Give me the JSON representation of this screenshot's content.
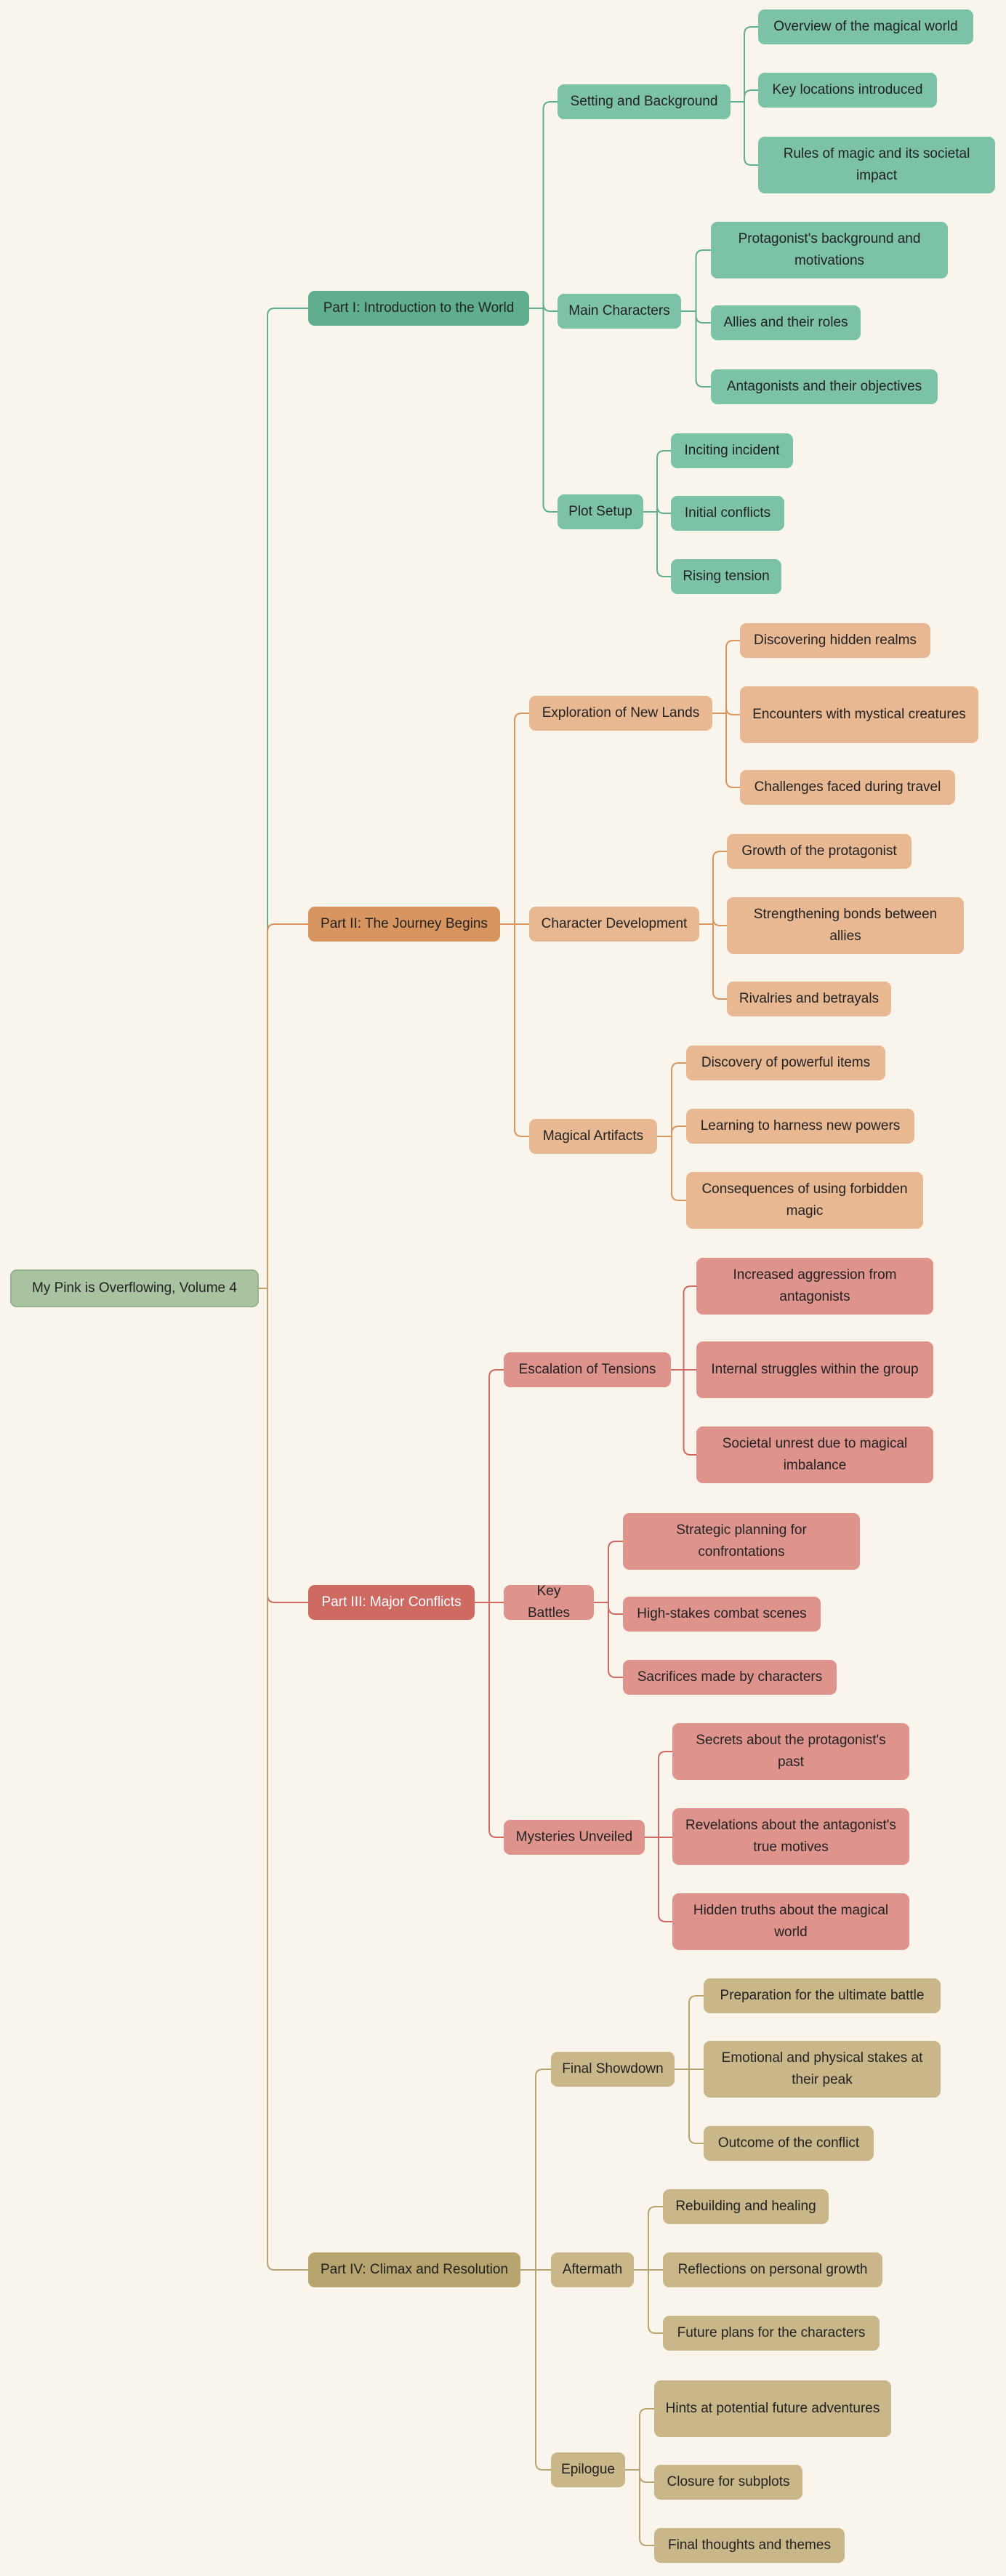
{
  "root": {
    "label": "My Pink is Overflowing, Volume 4",
    "color": "#a9c2a0"
  },
  "parts": [
    {
      "label": "Part I: Introduction to the World",
      "color": "#5fae8e",
      "line": "#5fae8e",
      "subcolor": "#7cc2a6",
      "sections": [
        {
          "label": "Setting and Background",
          "items": [
            "Overview of the magical world",
            "Key locations introduced",
            "Rules of magic and its societal impact"
          ]
        },
        {
          "label": "Main Characters",
          "items": [
            "Protagonist's background and motivations",
            "Allies and their roles",
            "Antagonists and their objectives"
          ]
        },
        {
          "label": "Plot Setup",
          "items": [
            "Inciting incident",
            "Initial conflicts",
            "Rising tension"
          ]
        }
      ]
    },
    {
      "label": "Part II: The Journey Begins",
      "color": "#d9955f",
      "line": "#d9955f",
      "subcolor": "#e8b892",
      "sections": [
        {
          "label": "Exploration of New Lands",
          "items": [
            "Discovering hidden realms",
            "Encounters with mystical creatures",
            "Challenges faced during travel"
          ]
        },
        {
          "label": "Character Development",
          "items": [
            "Growth of the protagonist",
            "Strengthening bonds between allies",
            "Rivalries and betrayals"
          ]
        },
        {
          "label": "Magical Artifacts",
          "items": [
            "Discovery of powerful items",
            "Learning to harness new powers",
            "Consequences of using forbidden magic"
          ]
        }
      ]
    },
    {
      "label": "Part III: Major Conflicts",
      "color": "#cf6a62",
      "line": "#cf6a62",
      "subcolor": "#de948c",
      "sections": [
        {
          "label": "Escalation of Tensions",
          "items": [
            "Increased aggression from antagonists",
            "Internal struggles within the group",
            "Societal unrest due to magical imbalance"
          ]
        },
        {
          "label": "Key Battles",
          "items": [
            "Strategic planning for confrontations",
            "High-stakes combat scenes",
            "Sacrifices made by characters"
          ]
        },
        {
          "label": "Mysteries Unveiled",
          "items": [
            "Secrets about the protagonist's past",
            "Revelations about the antagonist's true motives",
            "Hidden truths about the magical world"
          ]
        }
      ]
    },
    {
      "label": "Part IV: Climax and Resolution",
      "color": "#b7a46f",
      "line": "#b7a46f",
      "subcolor": "#c9b78a",
      "sections": [
        {
          "label": "Final Showdown",
          "items": [
            "Preparation for the ultimate battle",
            "Emotional and physical stakes at their peak",
            "Outcome of the conflict"
          ]
        },
        {
          "label": "Aftermath",
          "items": [
            "Rebuilding and healing",
            "Reflections on personal growth",
            "Future plans for the characters"
          ]
        },
        {
          "label": "Epilogue",
          "items": [
            "Hints at potential future adventures",
            "Closure for subplots",
            "Final thoughts and themes"
          ]
        }
      ]
    }
  ]
}
